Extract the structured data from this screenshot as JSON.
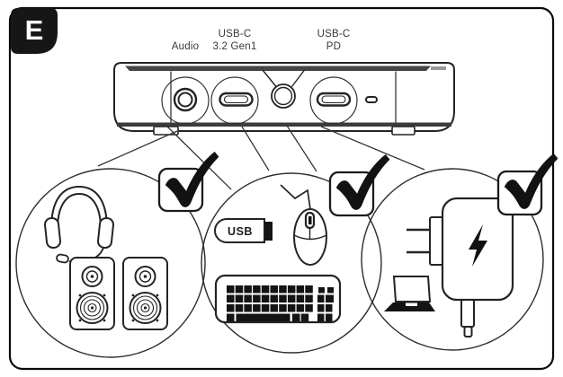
{
  "step_label": "E",
  "ports": [
    {
      "id": "audio-jack",
      "label_lines": [
        "Audio"
      ]
    },
    {
      "id": "usb-c-3-2-gen1",
      "label_lines": [
        "USB-C",
        "3.2 Gen1"
      ]
    },
    {
      "id": "usb-c-pd",
      "label_lines": [
        "USB-C",
        "PD"
      ]
    }
  ],
  "connection_groups": [
    {
      "id": "audio-devices",
      "approved": true,
      "icons": [
        "headset-icon",
        "speaker-icon",
        "speaker-icon",
        "checkmark-icon"
      ]
    },
    {
      "id": "usb-peripherals",
      "approved": true,
      "usb_drive_label": "USB",
      "icons": [
        "usb-drive-icon",
        "mouse-icon",
        "keyboard-icon",
        "checkmark-icon"
      ]
    },
    {
      "id": "power-devices",
      "approved": true,
      "icons": [
        "power-adapter-icon",
        "lightning-bolt-icon",
        "laptop-icon",
        "checkmark-icon"
      ]
    }
  ],
  "colors": {
    "line": "#2d2d2d",
    "ink": "#141414",
    "band": "#454545",
    "background": "#ffffff"
  }
}
